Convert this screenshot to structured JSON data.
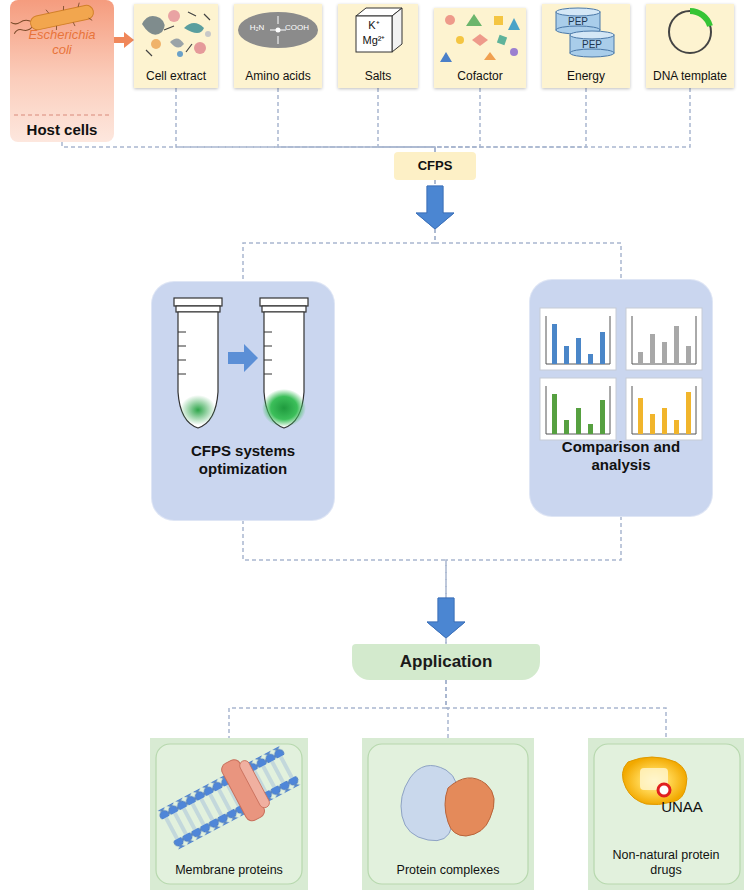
{
  "diagram": {
    "nodes": [
      {
        "text": [
          "Escherichia coli",
          "Host cells"
        ]
      },
      {
        "text": [
          "Cell extract"
        ]
      },
      {
        "text": [
          "Amino acids"
        ]
      },
      {
        "text": [
          "Salts"
        ]
      },
      {
        "text": [
          "Cofactor"
        ]
      },
      {
        "text": [
          "Energy"
        ]
      },
      {
        "text": [
          "DNA template"
        ]
      },
      {
        "text": [
          "CFPS"
        ]
      },
      {
        "text": [
          "CFPS systems optimization"
        ]
      },
      {
        "text": [
          "Comparison and analysis"
        ]
      },
      {
        "text": [
          "Application"
        ]
      },
      {
        "text": [
          "Membrane proteins"
        ]
      },
      {
        "text": [
          "Protein complexes"
        ]
      },
      {
        "text": [
          "Non-natural protein drugs"
        ]
      }
    ],
    "edges": [
      {
        "from": 0,
        "to": 1,
        "arrow": "to"
      },
      {
        "from": 0,
        "to": 7,
        "arrow": "none"
      },
      {
        "from": 1,
        "to": 7,
        "arrow": "none"
      },
      {
        "from": 2,
        "to": 7,
        "arrow": "none"
      },
      {
        "from": 3,
        "to": 7,
        "arrow": "none"
      },
      {
        "from": 4,
        "to": 7,
        "arrow": "none"
      },
      {
        "from": 5,
        "to": 7,
        "arrow": "none"
      },
      {
        "from": 6,
        "to": 7,
        "arrow": "none"
      },
      {
        "from": 7,
        "to": 8,
        "arrow": "to"
      },
      {
        "from": 7,
        "to": 9,
        "arrow": "to"
      },
      {
        "from": 8,
        "to": 10,
        "arrow": "to"
      },
      {
        "from": 9,
        "to": 10,
        "arrow": "to"
      },
      {
        "from": 10,
        "to": 11,
        "arrow": "none"
      },
      {
        "from": 10,
        "to": 12,
        "arrow": "none"
      },
      {
        "from": 10,
        "to": 13,
        "arrow": "none"
      }
    ],
    "labels": [
      "H₂N",
      "COOH",
      "K⁺",
      "Mg²⁺",
      "PEP",
      "PEP",
      "UNAA"
    ]
  }
}
